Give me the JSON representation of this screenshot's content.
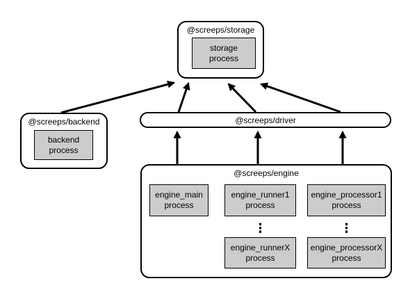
{
  "nodes": {
    "storage": {
      "label": "@screeps/storage",
      "process": {
        "line1": "storage",
        "line2": "process"
      }
    },
    "backend": {
      "label": "@screeps/backend",
      "process": {
        "line1": "backend",
        "line2": "process"
      }
    },
    "driver": {
      "label": "@screeps/driver"
    },
    "engine": {
      "label": "@screeps/engine",
      "ellipsis": "⋮",
      "processes": {
        "main": {
          "line1": "engine_main",
          "line2": "process"
        },
        "runner1": {
          "line1": "engine_runner1",
          "line2": "process"
        },
        "runnerX": {
          "line1": "engine_runnerX",
          "line2": "process"
        },
        "processor1": {
          "line1": "engine_processor1",
          "line2": "process"
        },
        "processorX": {
          "line1": "engine_processorX",
          "line2": "process"
        }
      }
    }
  },
  "edges": [
    {
      "from": "backend",
      "to": "storage"
    },
    {
      "from": "driver",
      "to": "storage"
    },
    {
      "from": "driver",
      "to": "storage"
    },
    {
      "from": "driver",
      "to": "storage"
    },
    {
      "from": "engine",
      "to": "driver"
    },
    {
      "from": "engine",
      "to": "driver"
    },
    {
      "from": "engine",
      "to": "driver"
    }
  ],
  "colors": {
    "process_fill": "#cccccc",
    "line": "#000000",
    "background": "#ffffff"
  }
}
